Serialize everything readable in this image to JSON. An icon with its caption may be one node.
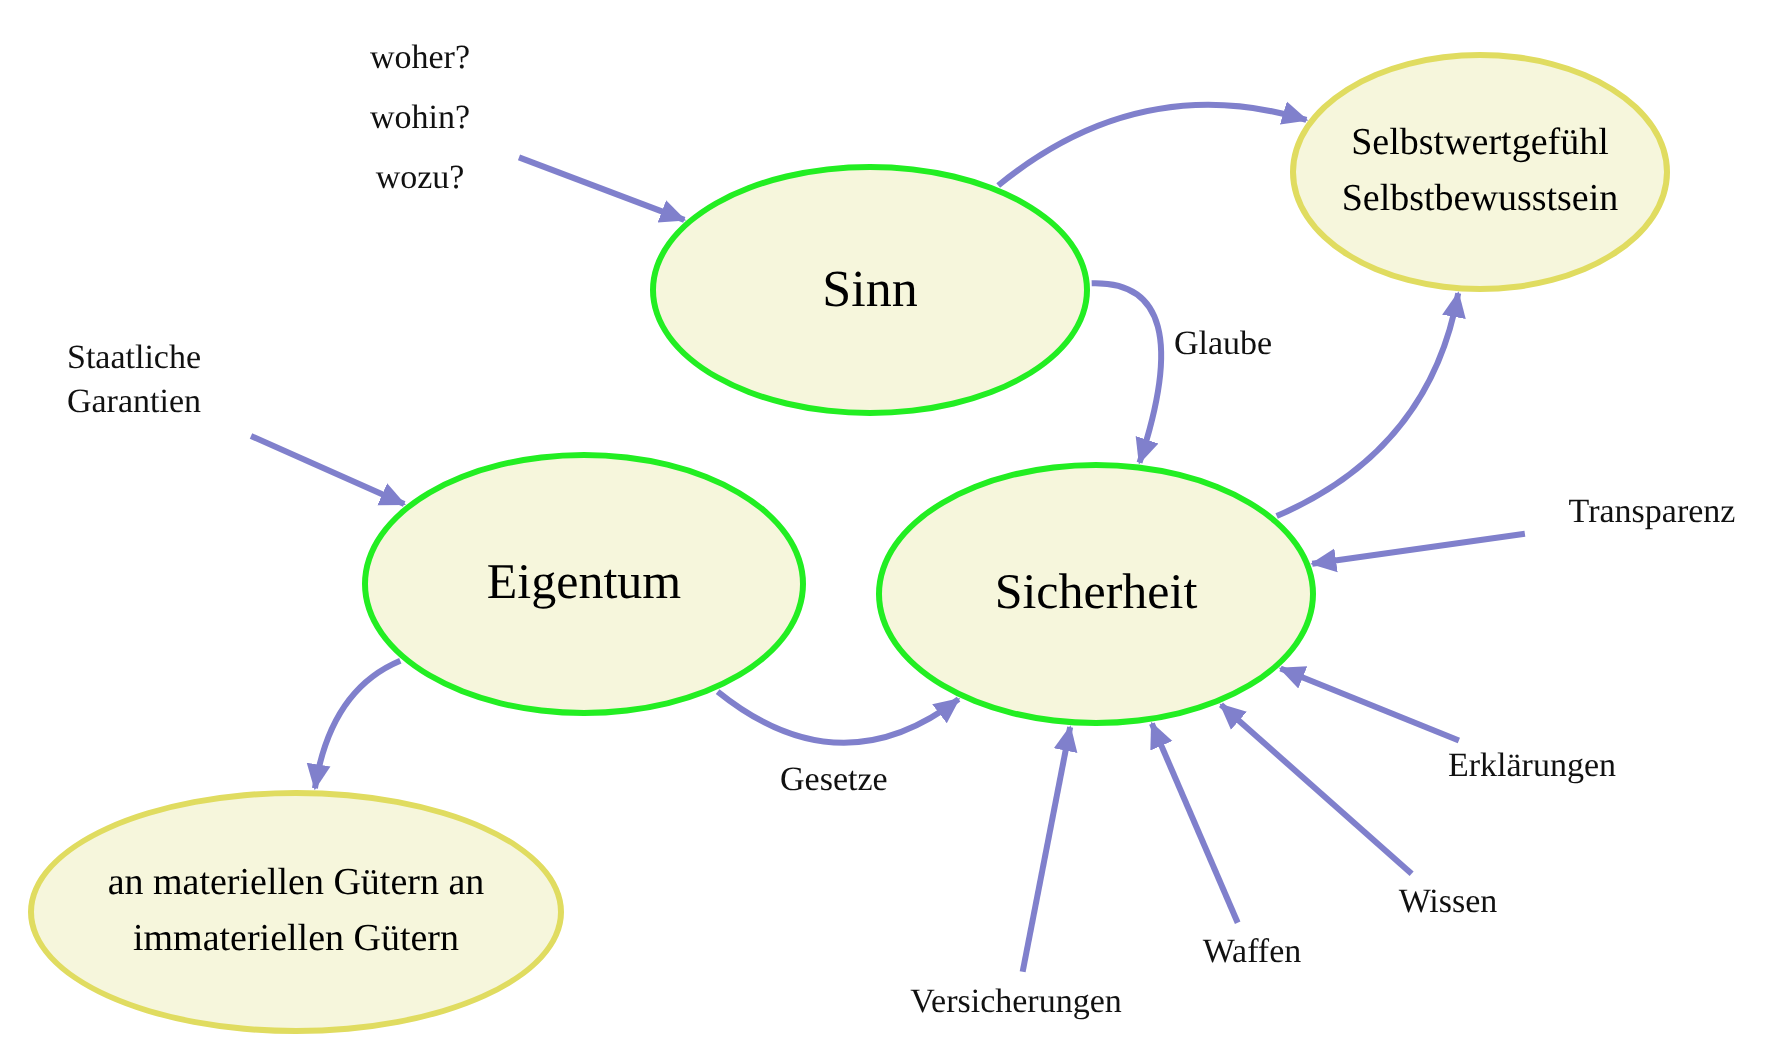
{
  "diagram": {
    "nodes": [
      {
        "text": [
          "woher? wohin? wozu?"
        ]
      },
      {
        "text": [
          "Sinn"
        ]
      },
      {
        "text": [
          "Selbstwertgefühl Selbstbewusstsein"
        ]
      },
      {
        "text": [
          "Staatliche Garantien"
        ]
      },
      {
        "text": [
          "Eigentum"
        ]
      },
      {
        "text": [
          "Sicherheit"
        ]
      },
      {
        "text": [
          "an materiellen Gütern an immateriellen Gütern"
        ]
      },
      {
        "text": [
          "Transparenz"
        ]
      },
      {
        "text": [
          "Erklärungen"
        ]
      },
      {
        "text": [
          "Wissen"
        ]
      },
      {
        "text": [
          "Waffen"
        ]
      },
      {
        "text": [
          "Versicherungen"
        ]
      }
    ],
    "edges": [
      {
        "from": 0,
        "to": 1,
        "arrow": "to"
      },
      {
        "from": 1,
        "to": 2,
        "arrow": "to"
      },
      {
        "from": 1,
        "to": 5,
        "arrow": "to",
        "label": "Glaube"
      },
      {
        "from": 5,
        "to": 2,
        "arrow": "to"
      },
      {
        "from": 3,
        "to": 4,
        "arrow": "to"
      },
      {
        "from": 4,
        "to": 6,
        "arrow": "to"
      },
      {
        "from": 4,
        "to": 5,
        "arrow": "to",
        "label": "Gesetze"
      },
      {
        "from": 7,
        "to": 5,
        "arrow": "to"
      },
      {
        "from": 8,
        "to": 5,
        "arrow": "to"
      },
      {
        "from": 9,
        "to": 5,
        "arrow": "to"
      },
      {
        "from": 10,
        "to": 5,
        "arrow": "to"
      },
      {
        "from": 11,
        "to": 5,
        "arrow": "to"
      }
    ]
  }
}
